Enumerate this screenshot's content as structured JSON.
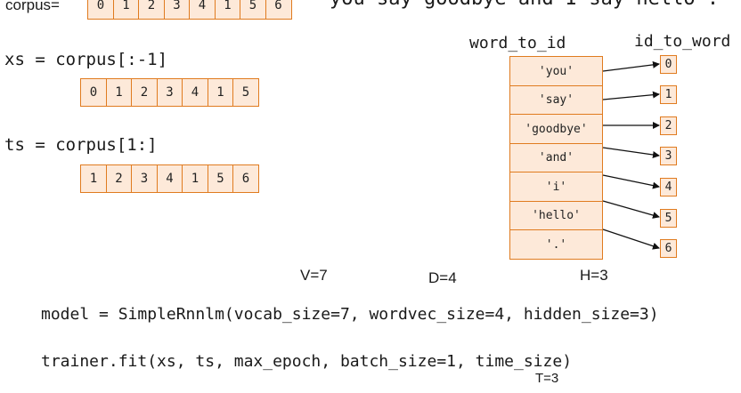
{
  "corpus": {
    "label": "corpus=",
    "values": [
      "0",
      "1",
      "2",
      "3",
      "4",
      "1",
      "5",
      "6"
    ]
  },
  "sentence": "you say goodbye and I say hello .",
  "xs": {
    "label": "xs = corpus[:-1]",
    "values": [
      "0",
      "1",
      "2",
      "3",
      "4",
      "1",
      "5"
    ]
  },
  "ts": {
    "label": "ts = corpus[1:]",
    "values": [
      "1",
      "2",
      "3",
      "4",
      "1",
      "5",
      "6"
    ]
  },
  "word_to_id": {
    "label": "word_to_id",
    "words": [
      "'you'",
      "'say'",
      "'goodbye'",
      "'and'",
      "'i'",
      "'hello'",
      "'.'"
    ]
  },
  "id_to_word": {
    "label": "id_to_word",
    "ids": [
      "0",
      "1",
      "2",
      "3",
      "4",
      "5",
      "6"
    ]
  },
  "params": {
    "v": "V=7",
    "d": "D=4",
    "h": "H=3",
    "t": "T=3"
  },
  "code": {
    "model": "model = SimpleRnnlm(vocab_size=7, wordvec_size=4, hidden_size=3)",
    "trainer": "trainer.fit(xs, ts, max_epoch, batch_size=1, time_size)"
  },
  "colors": {
    "cell_fill": "#fde9d9",
    "cell_border": "#e07b1f"
  }
}
